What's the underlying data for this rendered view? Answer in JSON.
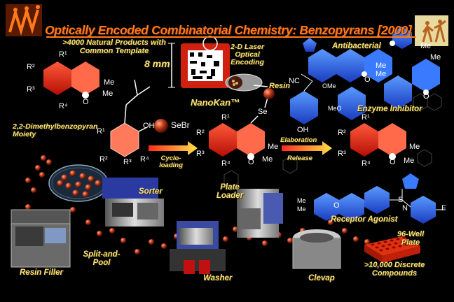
{
  "title": "Optically Encoded Combinatorial Chemistry: Benzopyrans [2000]",
  "library": {
    "natural_products": ">4000 Natural Products with Common Template",
    "moiety": "2,2-Dimethylbenzopyran Moiety"
  },
  "encoding": {
    "size": "8 mm",
    "laser": "2-D Laser Optical Encoding",
    "resin": "Resin",
    "kan": "NanoKan™"
  },
  "reaction": {
    "reagent": "SeBr",
    "step1": "Cyclo-loading",
    "step2a": "Elaboration",
    "step2b": "Release"
  },
  "products": {
    "antibacterial": "Antibacterial",
    "enzyme_inhibitor": "Enzyme Inhibitor",
    "receptor_agonist": "Receptor Agonist"
  },
  "equipment": {
    "sorter": "Sorter",
    "plate_loader": "Plate Loader",
    "resin_filler": "Resin Filler",
    "split_pool": "Split-and-Pool",
    "washer": "Washer",
    "clevap": "Clevap",
    "plate": "96-Well Plate",
    "compounds": ">10,000 Discrete Compounds"
  },
  "atoms": {
    "r1": "R¹",
    "r2": "R²",
    "r3": "R³",
    "r4": "R⁴",
    "o": "O",
    "me": "Me",
    "oh": "OH",
    "se": "Se",
    "n": "N",
    "s": "S",
    "f": "F",
    "cn": "NC",
    "ome": "OMe",
    "meo": "MeO"
  },
  "colors": {
    "title": "#ff7a1a",
    "label": "#f6e27a",
    "ring": "#ff2a1a",
    "mol_blue": "#2a6cff",
    "bead": "#c23a1a"
  }
}
